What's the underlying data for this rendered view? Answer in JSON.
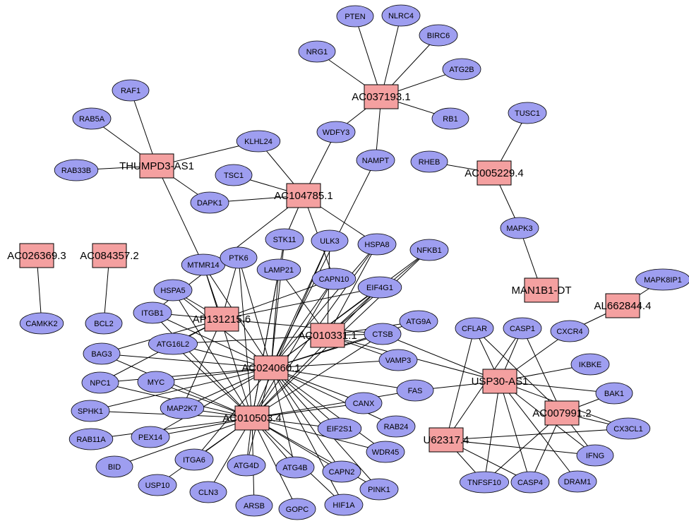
{
  "lncrnas": [
    {
      "id": "AC037193.1",
      "label": "AC037193.1"
    },
    {
      "id": "THUMPD3-AS1",
      "label": "THUMPD3-AS1"
    },
    {
      "id": "AC104785.1",
      "label": "AC104785.1"
    },
    {
      "id": "AC005229.4",
      "label": "AC005229.4"
    },
    {
      "id": "AC026369.3",
      "label": "AC026369.3"
    },
    {
      "id": "AC084357.2",
      "label": "AC084357.2"
    },
    {
      "id": "MAN1B1-DT",
      "label": "MAN1B1-DT"
    },
    {
      "id": "AL662844.4",
      "label": "AL662844.4"
    },
    {
      "id": "AP131215.6",
      "label": "AP131215.6"
    },
    {
      "id": "AC010331.1",
      "label": "AC010331.1"
    },
    {
      "id": "AC024060.1",
      "label": "AC024060.1"
    },
    {
      "id": "AC010503.4",
      "label": "AC010503.4"
    },
    {
      "id": "USP30-AS1",
      "label": "USP30-AS1"
    },
    {
      "id": "AC007991.2",
      "label": "AC007991.2"
    },
    {
      "id": "U62317.4",
      "label": "U62317.4"
    }
  ],
  "genes": [
    {
      "id": "PTEN",
      "label": "PTEN"
    },
    {
      "id": "NLRC4",
      "label": "NLRC4"
    },
    {
      "id": "BIRC6",
      "label": "BIRC6"
    },
    {
      "id": "NRG1",
      "label": "NRG1"
    },
    {
      "id": "ATG2B",
      "label": "ATG2B"
    },
    {
      "id": "RB1",
      "label": "RB1"
    },
    {
      "id": "WDFY3",
      "label": "WDFY3"
    },
    {
      "id": "NAMPT",
      "label": "NAMPT"
    },
    {
      "id": "RAF1",
      "label": "RAF1"
    },
    {
      "id": "RAB5A",
      "label": "RAB5A"
    },
    {
      "id": "RAB33B",
      "label": "RAB33B"
    },
    {
      "id": "KLHL24",
      "label": "KLHL24"
    },
    {
      "id": "TSC1",
      "label": "TSC1"
    },
    {
      "id": "DAPK1",
      "label": "DAPK1"
    },
    {
      "id": "TUSC1",
      "label": "TUSC1"
    },
    {
      "id": "RHEB",
      "label": "RHEB"
    },
    {
      "id": "MAPK3",
      "label": "MAPK3"
    },
    {
      "id": "MAPK8IP1",
      "label": "MAPK8IP1"
    },
    {
      "id": "CAMKK2",
      "label": "CAMKK2"
    },
    {
      "id": "BCL2",
      "label": "BCL2"
    },
    {
      "id": "MTMR14",
      "label": "MTMR14"
    },
    {
      "id": "PTK6",
      "label": "PTK6"
    },
    {
      "id": "STK11",
      "label": "STK11"
    },
    {
      "id": "ULK3",
      "label": "ULK3"
    },
    {
      "id": "HSPA8",
      "label": "HSPA8"
    },
    {
      "id": "NFKB1",
      "label": "NFKB1"
    },
    {
      "id": "LAMP21",
      "label": "LAMP21"
    },
    {
      "id": "CAPN10",
      "label": "CAPN10"
    },
    {
      "id": "EIF4G1",
      "label": "EIF4G1"
    },
    {
      "id": "HSPA5",
      "label": "HSPA5"
    },
    {
      "id": "ITGB1",
      "label": "ITGB1"
    },
    {
      "id": "ATG16L2",
      "label": "ATG16L2"
    },
    {
      "id": "ATG9A",
      "label": "ATG9A"
    },
    {
      "id": "CTSB",
      "label": "CTSB"
    },
    {
      "id": "BAG3",
      "label": "BAG3"
    },
    {
      "id": "VAMP3",
      "label": "VAMP3"
    },
    {
      "id": "NPC1",
      "label": "NPC1"
    },
    {
      "id": "MYC",
      "label": "MYC"
    },
    {
      "id": "FAS",
      "label": "FAS"
    },
    {
      "id": "SPHK1",
      "label": "SPHK1"
    },
    {
      "id": "MAP2K7",
      "label": "MAP2K7"
    },
    {
      "id": "CANX",
      "label": "CANX"
    },
    {
      "id": "RAB11A",
      "label": "RAB11A"
    },
    {
      "id": "PEX14",
      "label": "PEX14"
    },
    {
      "id": "EIF2S1",
      "label": "EIF2S1"
    },
    {
      "id": "RAB24",
      "label": "RAB24"
    },
    {
      "id": "BID",
      "label": "BID"
    },
    {
      "id": "ITGA6",
      "label": "ITGA6"
    },
    {
      "id": "WDR45",
      "label": "WDR45"
    },
    {
      "id": "ATG4D",
      "label": "ATG4D"
    },
    {
      "id": "USP10",
      "label": "USP10"
    },
    {
      "id": "ATG4B",
      "label": "ATG4B"
    },
    {
      "id": "CAPN2",
      "label": "CAPN2"
    },
    {
      "id": "CLN3",
      "label": "CLN3"
    },
    {
      "id": "PINK1",
      "label": "PINK1"
    },
    {
      "id": "HIF1A",
      "label": "HIF1A"
    },
    {
      "id": "ARSB",
      "label": "ARSB"
    },
    {
      "id": "GOPC",
      "label": "GOPC"
    },
    {
      "id": "CFLAR",
      "label": "CFLAR"
    },
    {
      "id": "CASP1",
      "label": "CASP1"
    },
    {
      "id": "CXCR4",
      "label": "CXCR4"
    },
    {
      "id": "IKBKE",
      "label": "IKBKE"
    },
    {
      "id": "BAK1",
      "label": "BAK1"
    },
    {
      "id": "CX3CL1",
      "label": "CX3CL1"
    },
    {
      "id": "IFNG",
      "label": "IFNG"
    },
    {
      "id": "TNFSF10",
      "label": "TNFSF10"
    },
    {
      "id": "CASP4",
      "label": "CASP4"
    },
    {
      "id": "DRAM1",
      "label": "DRAM1"
    }
  ],
  "edges": [
    [
      "AC037193.1",
      "PTEN"
    ],
    [
      "AC037193.1",
      "NLRC4"
    ],
    [
      "AC037193.1",
      "BIRC6"
    ],
    [
      "AC037193.1",
      "NRG1"
    ],
    [
      "AC037193.1",
      "ATG2B"
    ],
    [
      "AC037193.1",
      "RB1"
    ],
    [
      "AC037193.1",
      "WDFY3"
    ],
    [
      "AC037193.1",
      "NAMPT"
    ],
    [
      "THUMPD3-AS1",
      "RAF1"
    ],
    [
      "THUMPD3-AS1",
      "RAB5A"
    ],
    [
      "THUMPD3-AS1",
      "RAB33B"
    ],
    [
      "THUMPD3-AS1",
      "KLHL24"
    ],
    [
      "THUMPD3-AS1",
      "DAPK1"
    ],
    [
      "THUMPD3-AS1",
      "MTMR14"
    ],
    [
      "AC104785.1",
      "WDFY3"
    ],
    [
      "AC104785.1",
      "KLHL24"
    ],
    [
      "AC104785.1",
      "TSC1"
    ],
    [
      "AC104785.1",
      "DAPK1"
    ],
    [
      "AC104785.1",
      "STK11"
    ],
    [
      "AC104785.1",
      "HSPA8"
    ],
    [
      "AC104785.1",
      "ITGB1"
    ],
    [
      "AC104785.1",
      "CAPN10"
    ],
    [
      "AC005229.4",
      "TUSC1"
    ],
    [
      "AC005229.4",
      "RHEB"
    ],
    [
      "AC005229.4",
      "MAPK3"
    ],
    [
      "MAPK3",
      "MAN1B1-DT"
    ],
    [
      "AC026369.3",
      "CAMKK2"
    ],
    [
      "AC084357.2",
      "BCL2"
    ],
    [
      "AL662844.4",
      "MAPK8IP1"
    ],
    [
      "AL662844.4",
      "CXCR4"
    ],
    [
      "NAMPT",
      "AC024060.1"
    ],
    [
      "AP131215.6",
      "MTMR14"
    ],
    [
      "AP131215.6",
      "PTK6"
    ],
    [
      "AP131215.6",
      "HSPA5"
    ],
    [
      "AP131215.6",
      "ITGB1"
    ],
    [
      "AP131215.6",
      "ATG16L2"
    ],
    [
      "AP131215.6",
      "BAG3"
    ],
    [
      "AP131215.6",
      "EIF4G1"
    ],
    [
      "AP131215.6",
      "CTSB"
    ],
    [
      "AP131215.6",
      "CAPN10"
    ],
    [
      "AP131215.6",
      "MAP2K7"
    ],
    [
      "AP131215.6",
      "NPC1"
    ],
    [
      "AC010331.1",
      "ULK3"
    ],
    [
      "AC010331.1",
      "HSPA8"
    ],
    [
      "AC010331.1",
      "NFKB1"
    ],
    [
      "AC010331.1",
      "EIF4G1"
    ],
    [
      "AC010331.1",
      "ATG9A"
    ],
    [
      "AC010331.1",
      "CTSB"
    ],
    [
      "AC010331.1",
      "LAMP21"
    ],
    [
      "AC010331.1",
      "ATG16L2"
    ],
    [
      "AC010331.1",
      "USP30-AS1"
    ],
    [
      "AC010331.1",
      "VAMP3"
    ],
    [
      "AC024060.1",
      "STK11"
    ],
    [
      "AC024060.1",
      "ULK3"
    ],
    [
      "AC024060.1",
      "HSPA8"
    ],
    [
      "AC024060.1",
      "NFKB1"
    ],
    [
      "AC024060.1",
      "LAMP21"
    ],
    [
      "AC024060.1",
      "CAPN10"
    ],
    [
      "AC024060.1",
      "EIF4G1"
    ],
    [
      "AC024060.1",
      "HSPA5"
    ],
    [
      "AC024060.1",
      "ITGB1"
    ],
    [
      "AC024060.1",
      "PTK6"
    ],
    [
      "AC024060.1",
      "MTMR14"
    ],
    [
      "AC024060.1",
      "BAG3"
    ],
    [
      "AC024060.1",
      "ATG16L2"
    ],
    [
      "AC024060.1",
      "NPC1"
    ],
    [
      "AC024060.1",
      "MYC"
    ],
    [
      "AC024060.1",
      "SPHK1"
    ],
    [
      "AC024060.1",
      "MAP2K7"
    ],
    [
      "AC024060.1",
      "VAMP3"
    ],
    [
      "AC024060.1",
      "FAS"
    ],
    [
      "AC024060.1",
      "CANX"
    ],
    [
      "AC024060.1",
      "RAB24"
    ],
    [
      "AC024060.1",
      "WDR45"
    ],
    [
      "AC024060.1",
      "EIF2S1"
    ],
    [
      "AC024060.1",
      "CAPN2"
    ],
    [
      "AC024060.1",
      "ATG4B"
    ],
    [
      "AC024060.1",
      "ATG4D"
    ],
    [
      "AC024060.1",
      "ITGA6"
    ],
    [
      "AC024060.1",
      "PEX14"
    ],
    [
      "AC024060.1",
      "HIF1A"
    ],
    [
      "AC024060.1",
      "PINK1"
    ],
    [
      "AC024060.1",
      "CTSB"
    ],
    [
      "AC024060.1",
      "ATG9A"
    ],
    [
      "AC010503.4",
      "STK11"
    ],
    [
      "AC010503.4",
      "ULK3"
    ],
    [
      "AC010503.4",
      "HSPA8"
    ],
    [
      "AC010503.4",
      "NFKB1"
    ],
    [
      "AC010503.4",
      "LAMP21"
    ],
    [
      "AC010503.4",
      "EIF4G1"
    ],
    [
      "AC010503.4",
      "BAG3"
    ],
    [
      "AC010503.4",
      "NPC1"
    ],
    [
      "AC010503.4",
      "MYC"
    ],
    [
      "AC010503.4",
      "SPHK1"
    ],
    [
      "AC010503.4",
      "MAP2K7"
    ],
    [
      "AC010503.4",
      "RAB11A"
    ],
    [
      "AC010503.4",
      "PEX14"
    ],
    [
      "AC010503.4",
      "BID"
    ],
    [
      "AC010503.4",
      "ITGA6"
    ],
    [
      "AC010503.4",
      "USP10"
    ],
    [
      "AC010503.4",
      "ATG4D"
    ],
    [
      "AC010503.4",
      "CLN3"
    ],
    [
      "AC010503.4",
      "ARSB"
    ],
    [
      "AC010503.4",
      "ATG4B"
    ],
    [
      "AC010503.4",
      "GOPC"
    ],
    [
      "AC010503.4",
      "HIF1A"
    ],
    [
      "AC010503.4",
      "CAPN2"
    ],
    [
      "AC010503.4",
      "PINK1"
    ],
    [
      "AC010503.4",
      "WDR45"
    ],
    [
      "AC010503.4",
      "EIF2S1"
    ],
    [
      "AC010503.4",
      "CANX"
    ],
    [
      "AC010503.4",
      "CTSB"
    ],
    [
      "AC010503.4",
      "ATG16L2"
    ],
    [
      "AC010503.4",
      "FAS"
    ],
    [
      "AC010503.4",
      "ITGB1"
    ],
    [
      "AC010503.4",
      "HSPA5"
    ],
    [
      "AC010503.4",
      "CAPN10"
    ],
    [
      "AC010503.4",
      "PTK6"
    ],
    [
      "AC010503.4",
      "MTMR14"
    ],
    [
      "USP30-AS1",
      "FAS"
    ],
    [
      "USP30-AS1",
      "CFLAR"
    ],
    [
      "USP30-AS1",
      "CASP1"
    ],
    [
      "USP30-AS1",
      "CXCR4"
    ],
    [
      "USP30-AS1",
      "IKBKE"
    ],
    [
      "USP30-AS1",
      "BAK1"
    ],
    [
      "USP30-AS1",
      "CX3CL1"
    ],
    [
      "USP30-AS1",
      "IFNG"
    ],
    [
      "USP30-AS1",
      "DRAM1"
    ],
    [
      "USP30-AS1",
      "CASP4"
    ],
    [
      "USP30-AS1",
      "TNFSF10"
    ],
    [
      "USP30-AS1",
      "CTSB"
    ],
    [
      "AC007991.2",
      "CFLAR"
    ],
    [
      "AC007991.2",
      "CASP1"
    ],
    [
      "AC007991.2",
      "BAK1"
    ],
    [
      "AC007991.2",
      "CX3CL1"
    ],
    [
      "AC007991.2",
      "IFNG"
    ],
    [
      "AC007991.2",
      "TNFSF10"
    ],
    [
      "AC007991.2",
      "CASP4"
    ],
    [
      "U62317.4",
      "CFLAR"
    ],
    [
      "U62317.4",
      "CASP1"
    ],
    [
      "U62317.4",
      "CX3CL1"
    ],
    [
      "U62317.4",
      "IFNG"
    ],
    [
      "U62317.4",
      "CASP4"
    ],
    [
      "U62317.4",
      "TNFSF10"
    ]
  ]
}
